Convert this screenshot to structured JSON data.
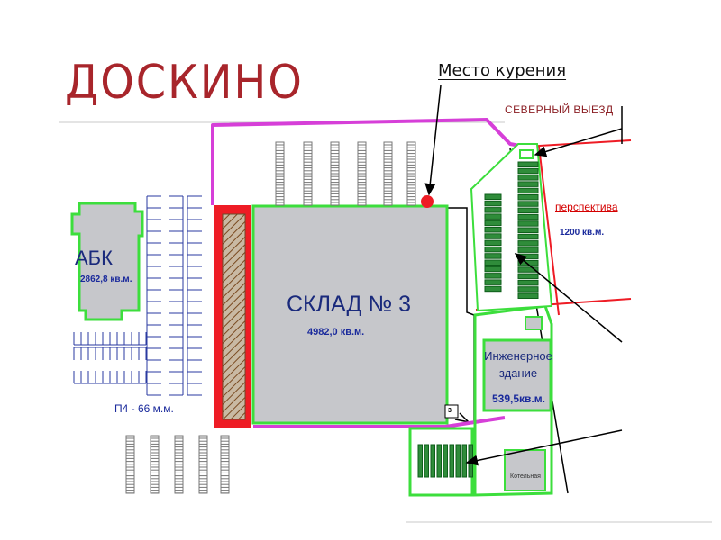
{
  "map": {
    "brand_title": "ДОСКИНО",
    "smoking_area": "Место курения",
    "north_exit": "СЕВЕРНЫЙ ВЫЕЗД",
    "prospective": {
      "label": "перспектива",
      "area": "1200 кв.м."
    },
    "buildings": {
      "abk": {
        "name": "АБК",
        "area": "2862,8 кв.м."
      },
      "warehouse": {
        "name": "СКЛАД № 3",
        "area": "4982,0 кв.м."
      },
      "engineering": {
        "name": "Инженерное здание",
        "area": "539,5кв.м."
      },
      "boiler": {
        "name": "Котельная"
      }
    },
    "parking": "П4 - 66 м.м.",
    "gate_number": "3"
  },
  "colors": {
    "brand": "#a8252b",
    "building_fill": "#c6c7cb",
    "building_outline": "#3cde3c",
    "territory_border": "#d63fd8",
    "road": "#ee1c25",
    "label_blue": "#1a2a7c",
    "smoking_marker": "#ee1c25"
  },
  "icons": [
    "parking-space-icon",
    "smoking-marker-icon",
    "pointer-arrow-icon"
  ]
}
